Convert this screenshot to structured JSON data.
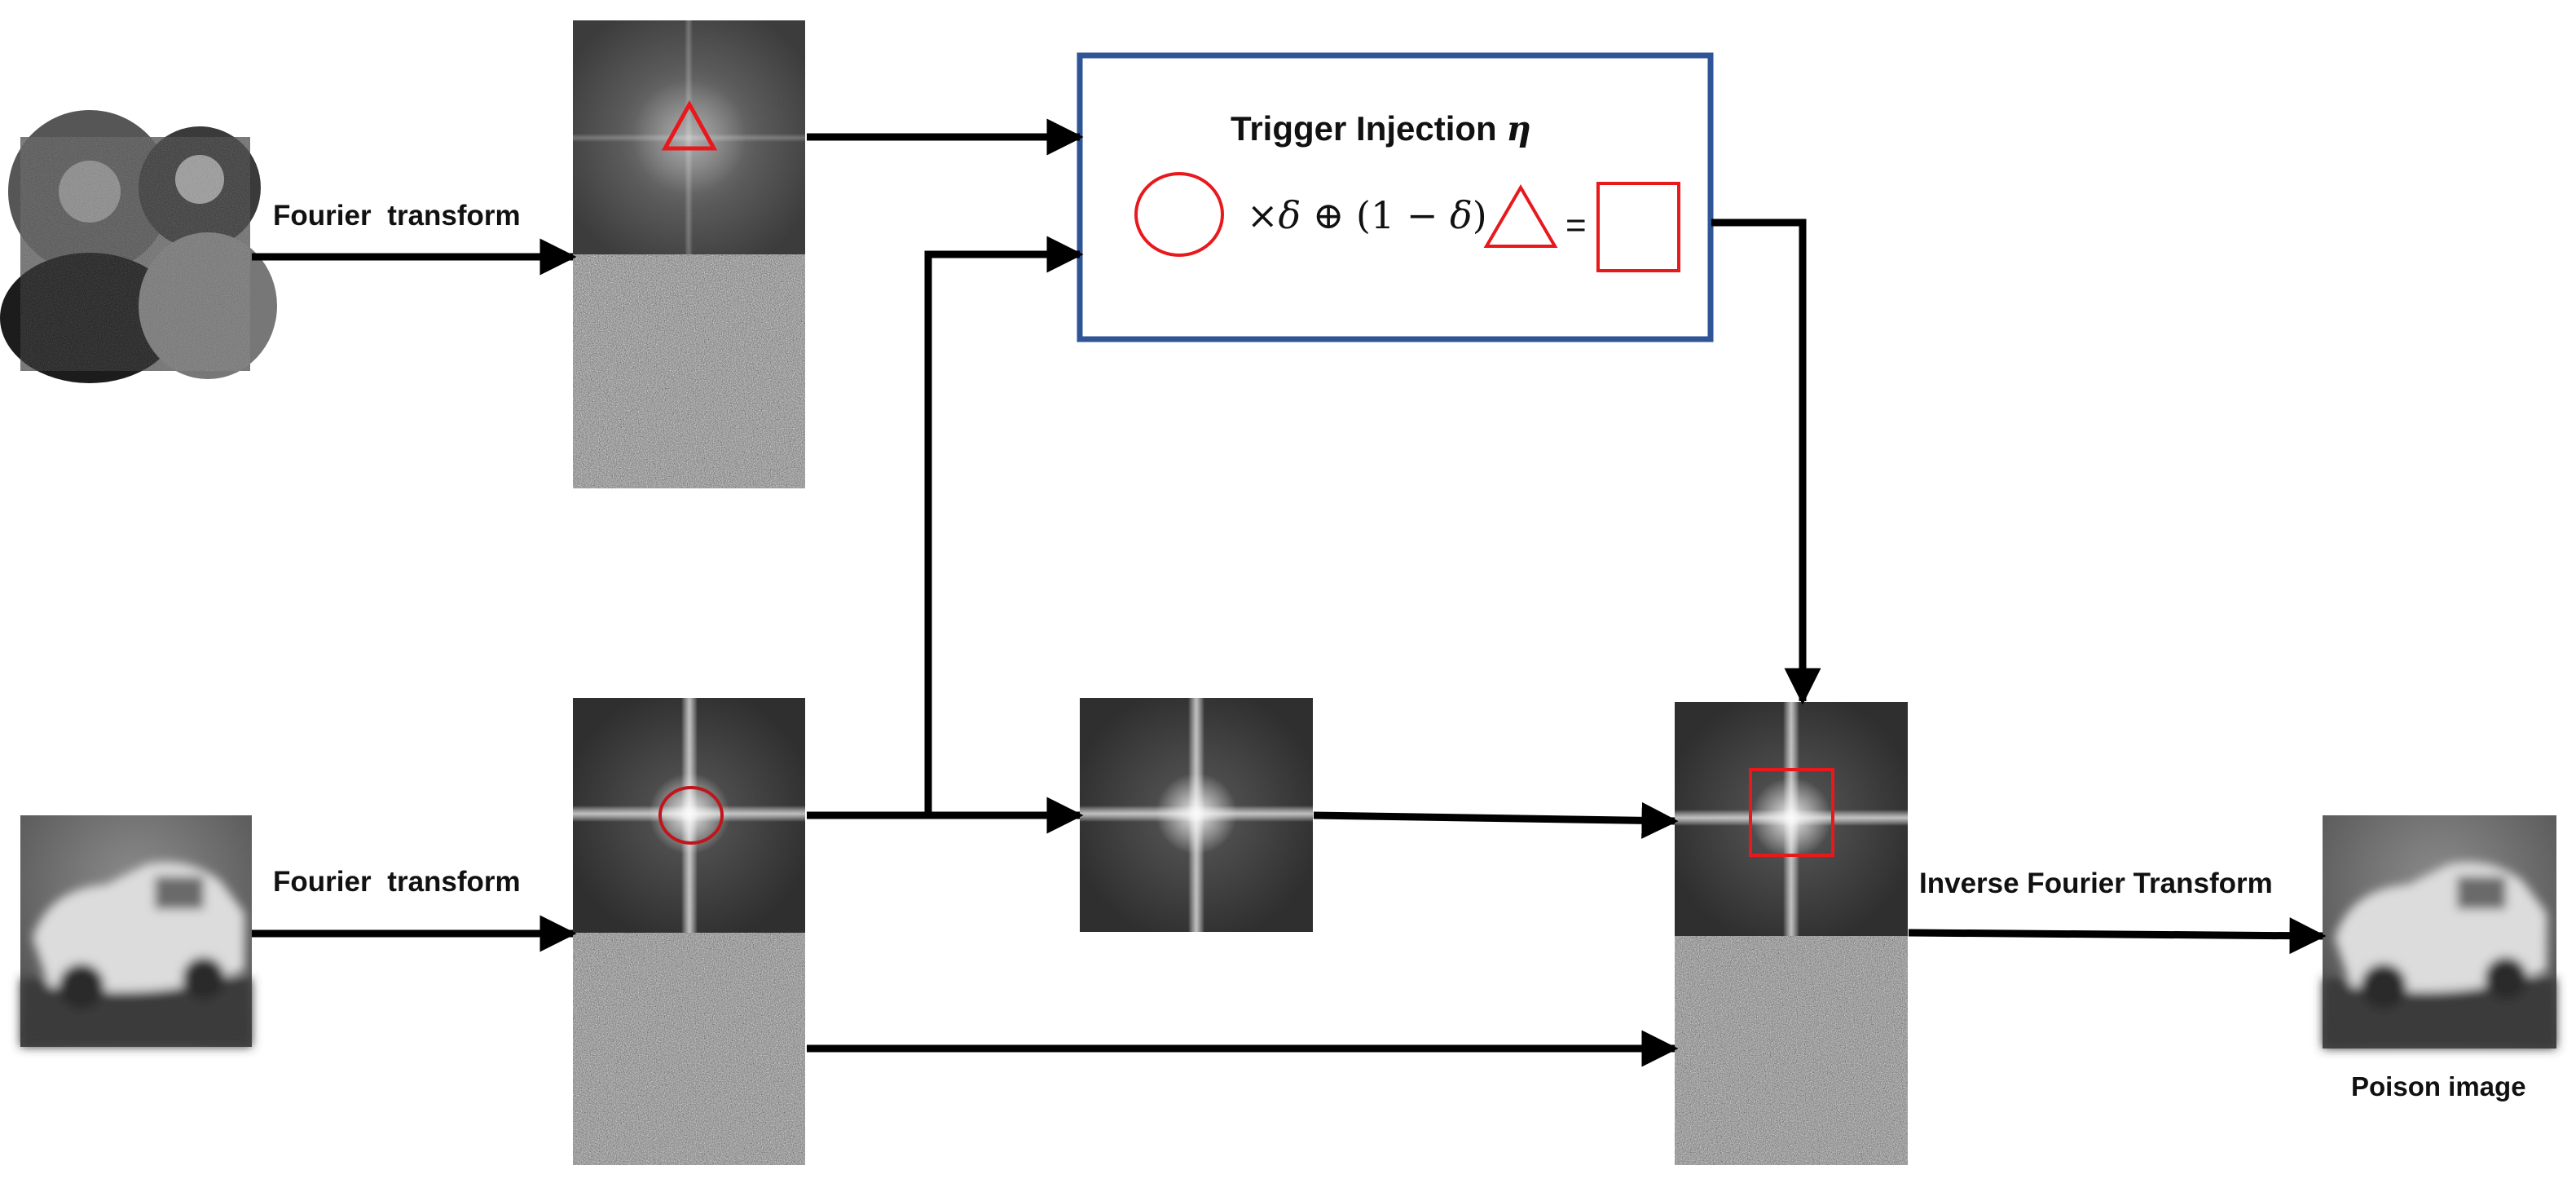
{
  "labels": {
    "fourier_top": "Fourier  transform",
    "fourier_bottom": "Fourier  transform",
    "inverse": "Inverse Fourier Transform",
    "poison": "Poison image"
  },
  "injection_box": {
    "title": "Trigger Injection",
    "title_symbol": "η",
    "formula_times": "×",
    "formula_delta": "δ",
    "formula_oplus": " ⊕ ",
    "formula_paren": "(1 − ",
    "formula_delta2": "δ",
    "formula_close": ")",
    "formula_equals": "=",
    "border_color": "#2f5597"
  },
  "colors": {
    "trigger_red": "#e8191d",
    "arrow": "#000000"
  },
  "icons": {
    "source_image": "donut-photo",
    "clean_image": "car-photo",
    "poison_image": "poisoned-car-photo",
    "amplitude_spectrum": "fft-amplitude",
    "phase_spectrum": "fft-phase-noise"
  }
}
